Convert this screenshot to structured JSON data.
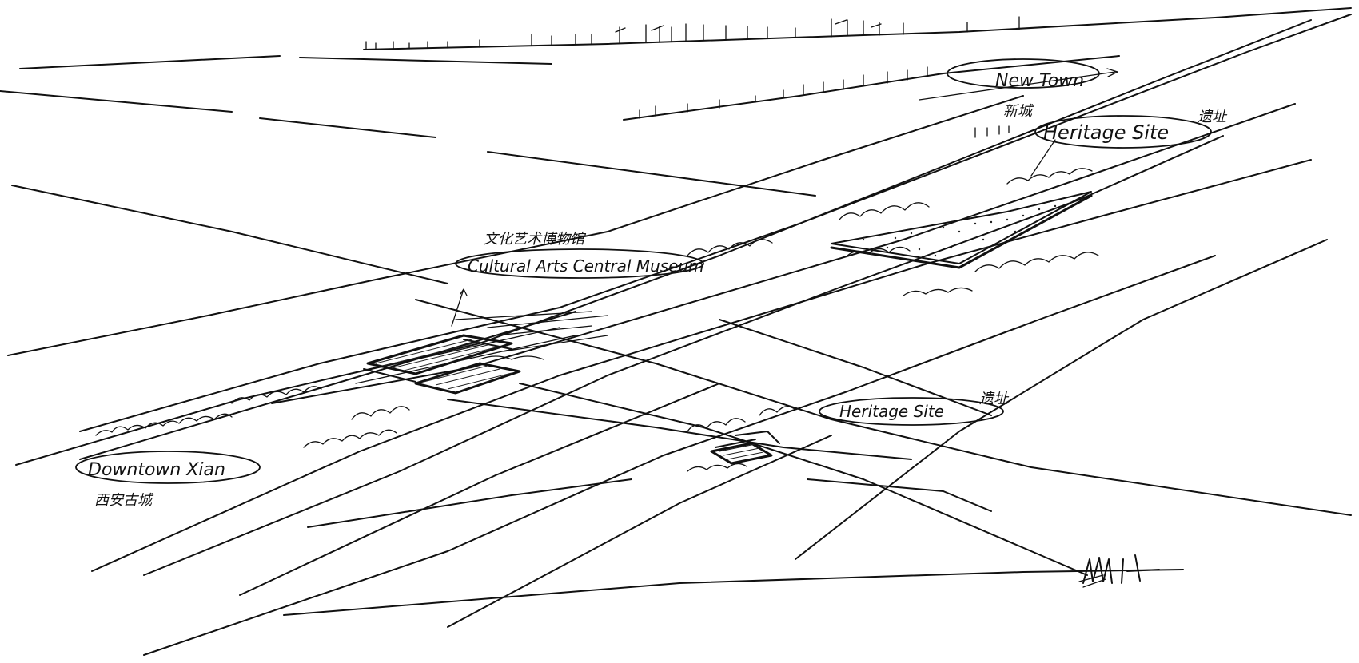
{
  "labels": {
    "new_town": {
      "en": "New Town",
      "zh": "新城"
    },
    "heritage_site_top": {
      "en": "Heritage Site",
      "zh": "遗址"
    },
    "museum": {
      "en": "Cultural Arts Central Museum",
      "zh": "文化艺术博物馆"
    },
    "heritage_site_bottom": {
      "en": "Heritage Site",
      "zh": "遗址"
    },
    "downtown": {
      "en": "Downtown Xian",
      "zh": "西安古城"
    }
  },
  "colors": {
    "ink": "#111111",
    "paper": "#ffffff"
  }
}
